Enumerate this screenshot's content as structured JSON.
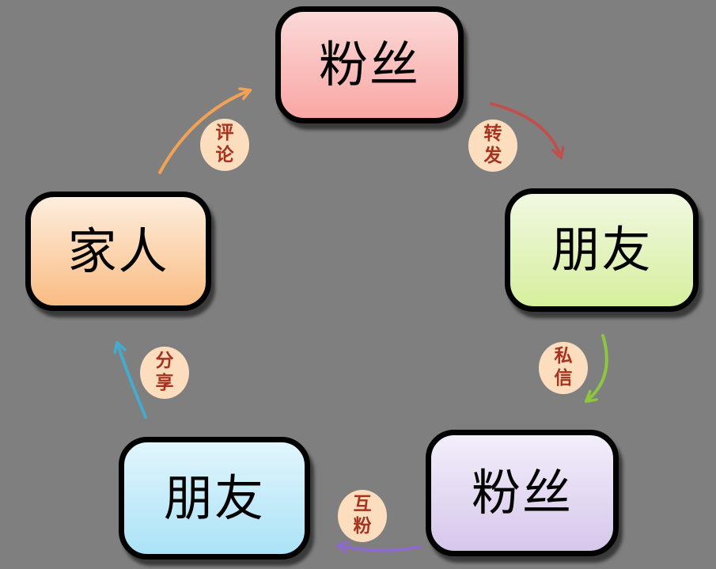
{
  "background_color": "#7F7F7F",
  "nodes": [
    {
      "id": "fans-top",
      "label": "粉丝",
      "color_top": "#FBD9D7",
      "color_bottom": "#F9A7A4"
    },
    {
      "id": "friends-right",
      "label": "朋友",
      "color_top": "#F1F8E1",
      "color_bottom": "#D5EF9E"
    },
    {
      "id": "fans-bottom-right",
      "label": "粉丝",
      "color_top": "#F3EEFA",
      "color_bottom": "#D6C7EB"
    },
    {
      "id": "friends-bottom-left",
      "label": "朋友",
      "color_top": "#E1F5FC",
      "color_bottom": "#ABE3F7"
    },
    {
      "id": "family-left",
      "label": "家人",
      "color_top": "#FDEEDD",
      "color_bottom": "#FABC83"
    }
  ],
  "edges": [
    {
      "id": "comment",
      "label": "评论",
      "from": "家人",
      "to": "粉丝",
      "color": "#F2A254"
    },
    {
      "id": "repost",
      "label": "转发",
      "from": "粉丝",
      "to": "朋友",
      "color": "#C0504D"
    },
    {
      "id": "direct-message",
      "label": "私信",
      "from": "朋友",
      "to": "粉丝",
      "color": "#8DC63F"
    },
    {
      "id": "mutual-follow",
      "label": "互粉",
      "from": "粉丝",
      "to": "朋友",
      "color": "#8E6BC8"
    },
    {
      "id": "share",
      "label": "分享",
      "from": "朋友",
      "to": "家人",
      "color": "#45AACB"
    }
  ],
  "badge_style": {
    "fill": "#FCDDBE",
    "text_color": "#A5331F"
  }
}
